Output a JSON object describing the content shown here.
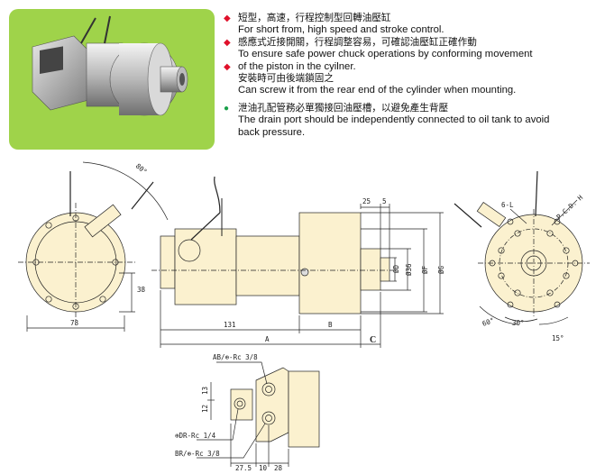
{
  "features": [
    {
      "bullet": "◆",
      "bullet_color": "#e0102a",
      "zh": "短型，高速，行程控制型回轉油壓缸",
      "en": [
        "For short from, high speed and stroke control."
      ]
    },
    {
      "bullet": "◆",
      "bullet_color": "#e0102a",
      "zh": "感應式近接開關，行程調整容易，可確認油壓缸正確作動",
      "en": [
        "To ensure safe power chuck operations by conforming movement"
      ]
    },
    {
      "bullet": "◆",
      "bullet_color": "#e0102a",
      "zh": "",
      "en": [
        "of the piston in the cyilner."
      ]
    },
    {
      "bullet": "",
      "bullet_color": "#e0102a",
      "zh": "安裝時可由後端鎖固之",
      "en": [
        "Can screw it from the rear end of the cylinder when mounting."
      ]
    },
    {
      "bullet": "●",
      "bullet_color": "#1aa04a",
      "zh": "泄油孔配管務必單獨接回油壓槽，以避免產生背壓",
      "en": [
        "The drain port should be independently connected to oil tank to avoid",
        "back pressure."
      ]
    }
  ],
  "dimensions": {
    "angle_top": "80°",
    "dim_38": "38",
    "dim_78": "78",
    "dim_25": "25",
    "dim_5": "5",
    "dim_d_bore": "ØD",
    "dim_d_36": "Ø36",
    "dim_d_f": "ØF",
    "dim_d_g": "ØG",
    "dim_131": "131",
    "dim_b": "B",
    "dim_a": "A",
    "dim_c": "C",
    "dim_6l": "6-L",
    "pcd_h": "P.C.D. H",
    "angle_60": "60°",
    "angle_30": "30°",
    "angle_15": "15°",
    "port_ab": "AB/⊕-Rc 3/8",
    "port_dr": "⊕DR-Rc 1/4",
    "port_br": "BR/⊕-Rc 3/8",
    "dim_13": "13",
    "dim_12": "12",
    "dim_27_5": "27.5",
    "dim_10": "10",
    "dim_28": "28"
  },
  "colors": {
    "panel_green": "#9fd34a",
    "body_cream": "#fbf1cf",
    "line": "#222222"
  }
}
